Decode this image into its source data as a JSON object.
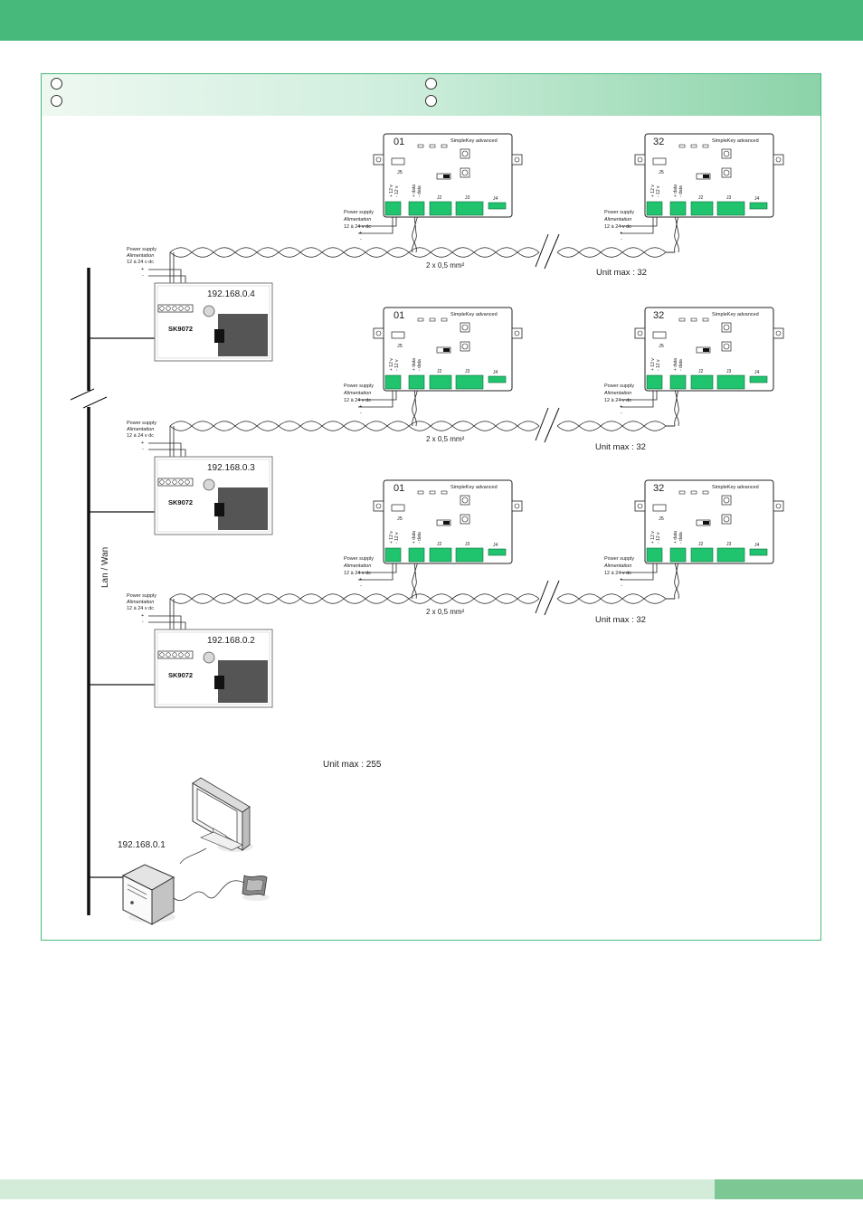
{
  "colors": {
    "accent": "#46b97b",
    "terminal": "#21c46e",
    "screen": "#555555"
  },
  "diagram": {
    "bus_label": "Lan / Wan",
    "server_ip": "192.168.0.1",
    "global_unit_max": "Unit max : 255",
    "rows": [
      {
        "controller_ip": "192.168.0.4",
        "controller_model": "SK9072",
        "controller_power": {
          "l1": "Power supply",
          "l2": "Alimentation",
          "l3": "12 à 24 v dc",
          "plus": "+",
          "minus": "-"
        },
        "cable": "2 x 0,5 mm²",
        "unit_max": "Unit max : 32",
        "modules": [
          {
            "number": "01",
            "title": "SimpleKey advanced",
            "j5": "J5",
            "j2": "J2",
            "j3": "J3",
            "j4": "J4",
            "pin1": "+ 12 v",
            "pin2": "- 12 v",
            "pin3": "+ data",
            "pin4": "- data",
            "power": {
              "l1": "Power supply",
              "l2": "Alimentation",
              "l3": "12 à 24 v dc",
              "plus": "+",
              "minus": "-"
            }
          },
          {
            "number": "32",
            "title": "SimpleKey advanced",
            "j5": "J5",
            "j2": "J2",
            "j3": "J3",
            "j4": "J4",
            "pin1": "+ 12 v",
            "pin2": "- 12 v",
            "pin3": "+ data",
            "pin4": "- data",
            "power": {
              "l1": "Power supply",
              "l2": "Alimentation",
              "l3": "12 à 24 v dc",
              "plus": "+",
              "minus": "-"
            }
          }
        ]
      },
      {
        "controller_ip": "192.168.0.3",
        "controller_model": "SK9072",
        "controller_power": {
          "l1": "Power supply",
          "l2": "Alimentation",
          "l3": "12 à 24 v dc",
          "plus": "+",
          "minus": "-"
        },
        "cable": "2 x 0,5 mm²",
        "unit_max": "Unit max : 32",
        "modules": [
          {
            "number": "01",
            "title": "SimpleKey advanced",
            "j5": "J5",
            "j2": "J2",
            "j3": "J3",
            "j4": "J4",
            "pin1": "+ 12 v",
            "pin2": "- 12 v",
            "pin3": "+ data",
            "pin4": "- data",
            "power": {
              "l1": "Power supply",
              "l2": "Alimentation",
              "l3": "12 à 24 v dc",
              "plus": "+",
              "minus": "-"
            }
          },
          {
            "number": "32",
            "title": "SimpleKey advanced",
            "j5": "J5",
            "j2": "J2",
            "j3": "J3",
            "j4": "J4",
            "pin1": "+ 12 v",
            "pin2": "- 12 v",
            "pin3": "+ data",
            "pin4": "- data",
            "power": {
              "l1": "Power supply",
              "l2": "Alimentation",
              "l3": "12 à 24 v dc",
              "plus": "+",
              "minus": "-"
            }
          }
        ]
      },
      {
        "controller_ip": "192.168.0.2",
        "controller_model": "SK9072",
        "controller_power": {
          "l1": "Power supply",
          "l2": "Alimentation",
          "l3": "12 à 24 v dc",
          "plus": "+",
          "minus": "-"
        },
        "cable": "2 x 0,5 mm²",
        "unit_max": "Unit max : 32",
        "modules": [
          {
            "number": "01",
            "title": "SimpleKey advanced",
            "j5": "J5",
            "j2": "J2",
            "j3": "J3",
            "j4": "J4",
            "pin1": "+ 12 v",
            "pin2": "- 12 v",
            "pin3": "+ data",
            "pin4": "- data",
            "power": {
              "l1": "Power supply",
              "l2": "Alimentation",
              "l3": "12 à 24 v dc",
              "plus": "+",
              "minus": "-"
            }
          },
          {
            "number": "32",
            "title": "SimpleKey advanced",
            "j5": "J5",
            "j2": "J2",
            "j3": "J3",
            "j4": "J4",
            "pin1": "+ 12 v",
            "pin2": "- 12 v",
            "pin3": "+ data",
            "pin4": "- data",
            "power": {
              "l1": "Power supply",
              "l2": "Alimentation",
              "l3": "12 à 24 v dc",
              "plus": "+",
              "minus": "-"
            }
          }
        ]
      }
    ]
  }
}
